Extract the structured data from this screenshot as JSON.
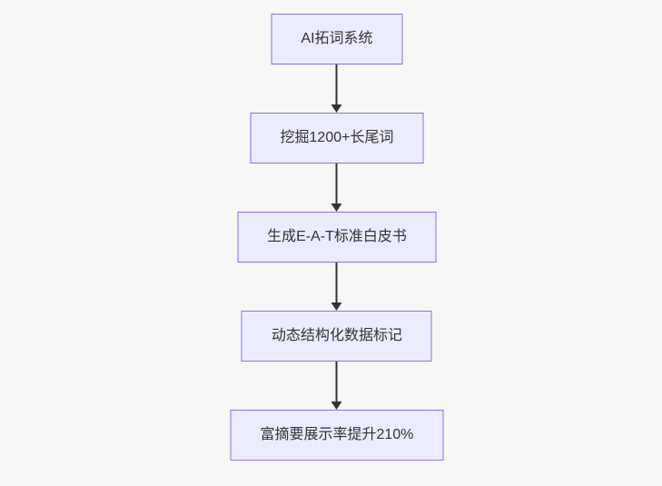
{
  "diagram": {
    "type": "flowchart",
    "direction": "top-down",
    "nodes": [
      {
        "id": "step-1",
        "label": "AI拓词系统"
      },
      {
        "id": "step-2",
        "label": "挖掘1200+长尾词"
      },
      {
        "id": "step-3",
        "label": "生成E-A-T标准白皮书"
      },
      {
        "id": "step-4",
        "label": "动态结构化数据标记"
      },
      {
        "id": "step-5",
        "label": "富摘要展示率提升210%"
      }
    ],
    "edges": [
      {
        "from": "step-1",
        "to": "step-2"
      },
      {
        "from": "step-2",
        "to": "step-3"
      },
      {
        "from": "step-3",
        "to": "step-4"
      },
      {
        "from": "step-4",
        "to": "step-5"
      }
    ],
    "colors": {
      "node_fill": "#ECECFF",
      "node_border": "#9370DB",
      "arrow": "#333333",
      "text": "#333333",
      "background": "#f7f7f7"
    }
  }
}
